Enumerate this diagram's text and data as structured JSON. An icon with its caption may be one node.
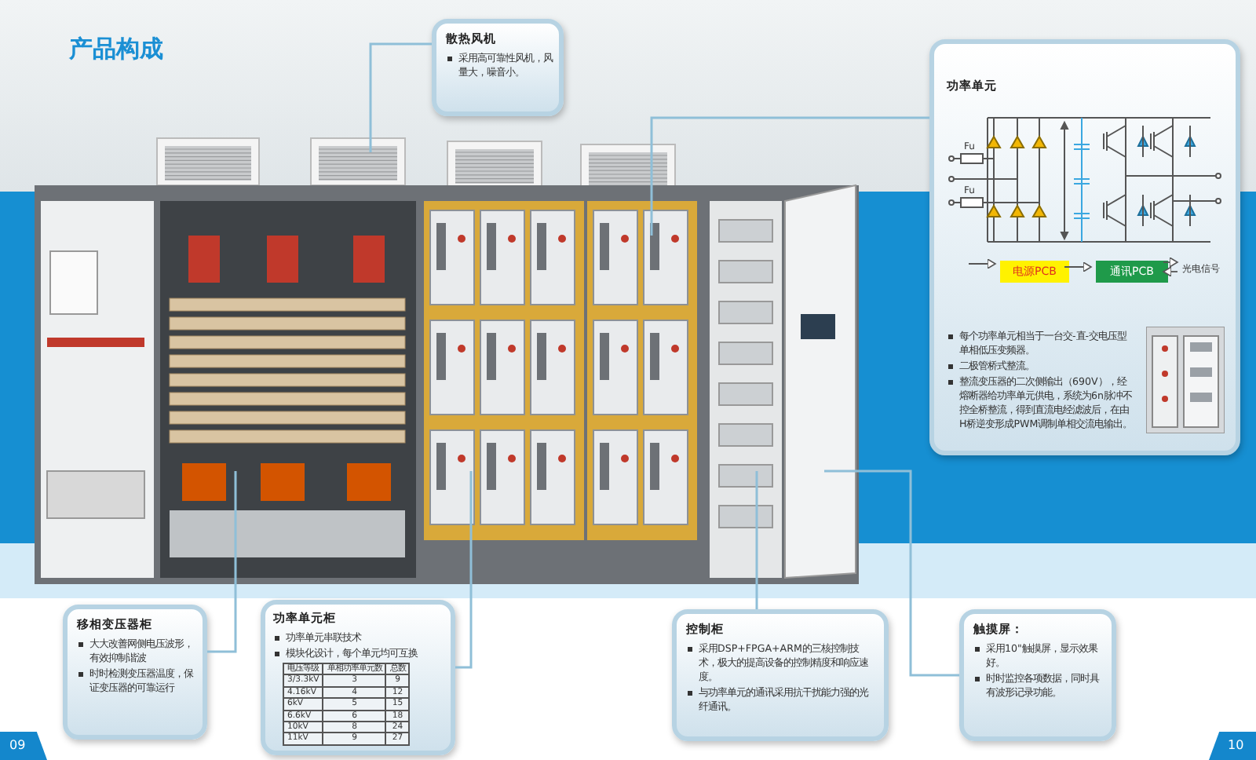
{
  "diagram": {
    "title": "产品构成",
    "nodes": [
      {
        "text": [
          "散热风机",
          "采用高可靠性风机，风量大，噪音小。"
        ]
      },
      {
        "text": [
          "功率单元",
          "每个功率单元相当于一台交-直-交电压型单相低压变频器。",
          "二极管桥式整流。",
          "整流变压器的二次侧输出（690V），经熔断器给功率单元供电，系统为6n脉冲不控全桥整流，得到直流电经滤波后，在由H桥逆变形成PWM调制单相交流电输出。"
        ]
      },
      {
        "text": [
          "电源PCB"
        ],
        "in": 1
      },
      {
        "text": [
          "通讯PCB"
        ],
        "in": 1
      },
      {
        "text": [
          "光电信号"
        ],
        "in": 1
      },
      {
        "text": [
          "移相变压器柜",
          "大大改善网侧电压波形，有效抑制谐波",
          "时时检测变压器温度，保证变压器的可靠运行"
        ]
      },
      {
        "text": [
          "功率单元柜",
          "功率单元串联技术",
          "模块化设计，每个单元均可互换"
        ]
      },
      {
        "text": [
          "控制柜",
          "采用DSP+FPGA+ARM的三核控制技术，极大的提高设备的控制精度和响应速度。",
          "与功率单元的通讯采用抗干扰能力强的光纤通讯。"
        ]
      },
      {
        "text": [
          "触摸屏：",
          "采用10\"触摸屏，显示效果好。",
          "时时监控各项数据，同时具有波形记录功能。"
        ]
      }
    ],
    "edges": [
      {
        "from": 0,
        "to": null,
        "arrow": "none"
      },
      {
        "from": 1,
        "to": null,
        "arrow": "none"
      },
      {
        "from": null,
        "to": 2,
        "arrow": "to",
        "color": "#555555"
      },
      {
        "from": 2,
        "to": 3,
        "arrow": "to",
        "color": "#555555"
      },
      {
        "from": 3,
        "to": 4,
        "arrow": "to",
        "color": "#555555"
      },
      {
        "from": 4,
        "to": 3,
        "arrow": "to",
        "color": "#555555"
      },
      {
        "from": 5,
        "to": null,
        "arrow": "none"
      },
      {
        "from": 6,
        "to": null,
        "arrow": "none"
      },
      {
        "from": 7,
        "to": null,
        "arrow": "none"
      },
      {
        "from": 8,
        "to": null,
        "arrow": "none"
      }
    ],
    "labels": [
      "Fu",
      "Fu",
      "电压等级",
      "单相功率单元数",
      "总数",
      "3/3.3kV",
      "3",
      "9",
      "4.16kV",
      "4",
      "12",
      "6kV",
      "5",
      "15",
      "6.6kV",
      "6",
      "18",
      "10kV",
      "8",
      "24",
      "11kV",
      "9",
      "27",
      "09",
      "10"
    ]
  }
}
